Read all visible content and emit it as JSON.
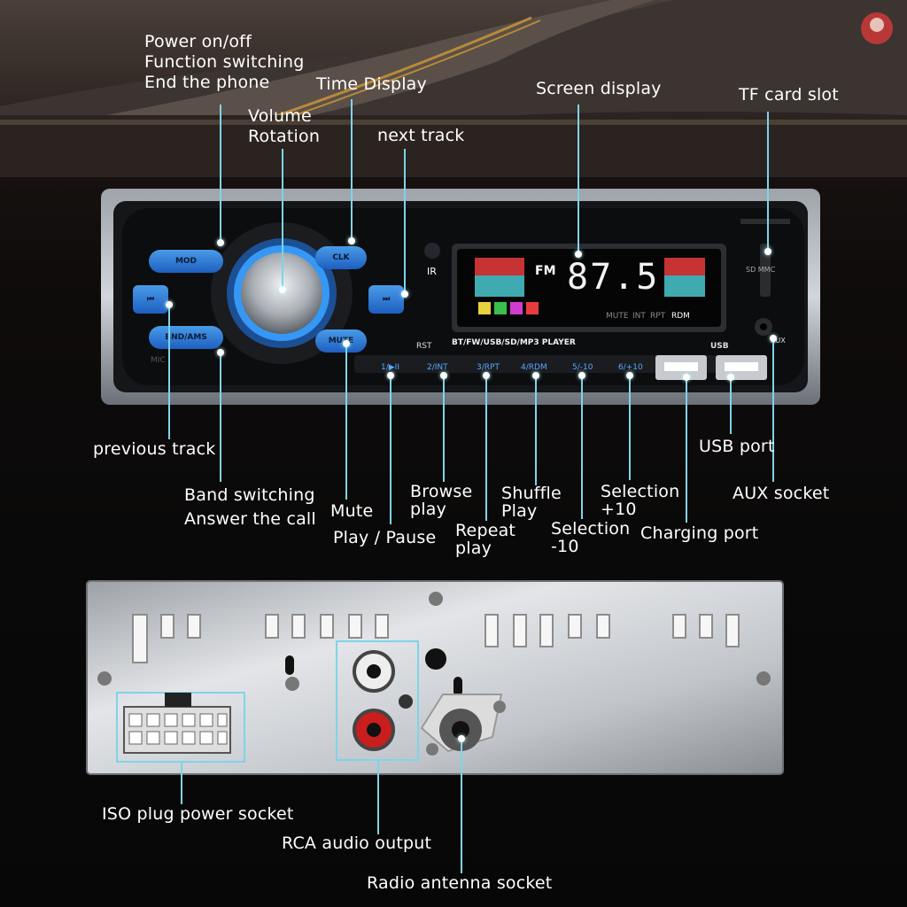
{
  "labels": {
    "power": "Power on/off\nFunction switching\nEnd the phone",
    "volume": "Volume\nRotation",
    "time_display": "Time Display",
    "next_track": "next track",
    "screen_display": "Screen display",
    "tf_slot": "TF card slot",
    "previous_track": "previous track",
    "band_switching": "Band switching\nAnswer the call",
    "mute": "Mute",
    "play_pause": "Play / Pause",
    "browse_play": "Browse\nplay",
    "repeat_play": "Repeat\nplay",
    "shuffle_play": "Shuffle\nPlay",
    "selection_minus": "Selection\n-10",
    "selection_plus": "Selection\n+10",
    "charging_port": "Charging port",
    "usb_port": "USB port",
    "aux_socket": "AUX socket",
    "iso_plug": "ISO plug power socket",
    "rca_output": "RCA audio output",
    "antenna": "Radio antenna socket"
  },
  "device": {
    "mod": "MOD",
    "ams": "BND/AMS",
    "clk": "CLK",
    "mute": "MUTE",
    "ir": "IR",
    "rst": "RST",
    "mic": "MIC",
    "model": "BT/FW/USB/SD/MP3  PLAYER",
    "fm": "FM",
    "freq": "87.5",
    "indicators": [
      "MUTE",
      "INT",
      "RPT",
      "RDM"
    ],
    "presets": [
      "1/▶II",
      "2/INT",
      "3/RPT",
      "4/RDM",
      "5/-10",
      "6/+10"
    ],
    "usb_label": "USB",
    "aux_label": "AUX",
    "sd_label": "SD MMC",
    "prev_symbol": "⏮",
    "next_symbol": "⏭"
  },
  "colors": {
    "accent_line": "#7fd4e8",
    "button_blue": "#2f7fd9",
    "knob_ring": "#3aa0ff"
  }
}
